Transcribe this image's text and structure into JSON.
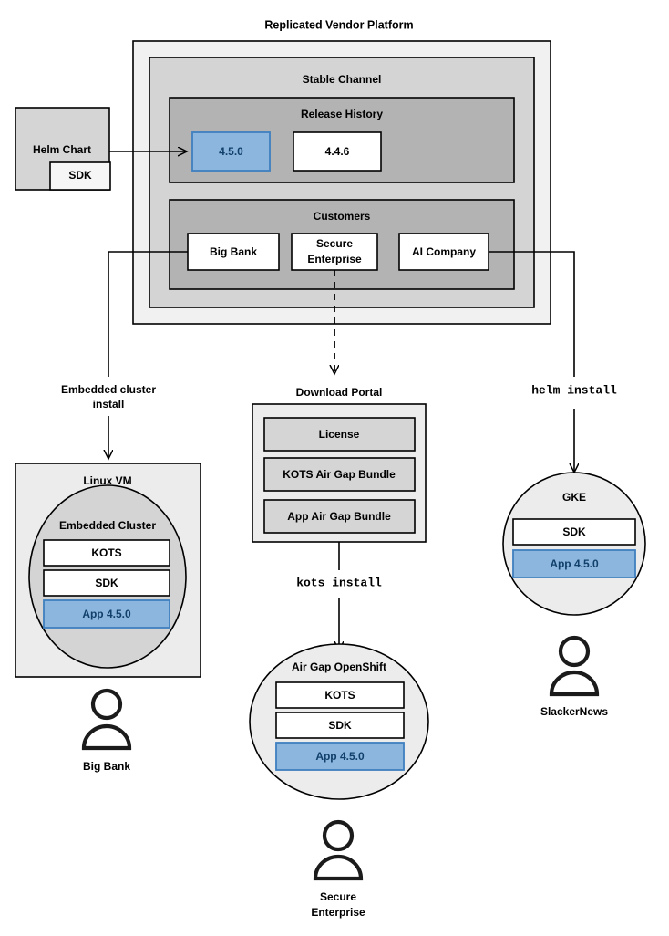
{
  "diagram": {
    "title": "Replicated Vendor Platform",
    "colors": {
      "outer_panel": "#f1f1f1",
      "channel_panel": "#d4d4d4",
      "section_panel": "#b3b3b3",
      "white_box": "#ffffff",
      "grey_box": "#d5d5d5",
      "light_node": "#ececec",
      "cluster_fill": "#d4d4d4",
      "app_highlight": "#8cb6dd",
      "app_highlight_border": "#3f7fbf",
      "app_text": "#10406b",
      "stroke": "#000000"
    }
  },
  "helm_chart": {
    "label": "Helm Chart",
    "sdk_label": "SDK"
  },
  "platform": {
    "channel_label": "Stable Channel",
    "release_history": {
      "label": "Release History",
      "releases": [
        {
          "version": "4.5.0",
          "highlighted": true
        },
        {
          "version": "4.4.6",
          "highlighted": false
        }
      ]
    },
    "customers": {
      "label": "Customers",
      "items": [
        {
          "name": "Big Bank"
        },
        {
          "name": "Secure Enterprise",
          "line1": "Secure",
          "line2": "Enterprise"
        },
        {
          "name": "AI Company"
        }
      ]
    }
  },
  "flows": {
    "embedded_cluster_install": {
      "line1": "Embedded cluster",
      "line2": "install"
    },
    "helm_install": "helm install",
    "kots_install": "kots install"
  },
  "download_portal": {
    "title": "Download Portal",
    "artifacts": [
      {
        "label": "License"
      },
      {
        "label": "KOTS Air Gap Bundle"
      },
      {
        "label": "App Air Gap Bundle"
      }
    ]
  },
  "targets": {
    "linux_vm": {
      "label": "Linux VM",
      "cluster_label": "Embedded Cluster",
      "components": [
        {
          "label": "KOTS",
          "highlighted": false
        },
        {
          "label": "SDK",
          "highlighted": false
        },
        {
          "label": "App 4.5.0",
          "highlighted": true
        }
      ],
      "actor": "Big Bank"
    },
    "air_gap_openshift": {
      "label": "Air Gap OpenShift",
      "components": [
        {
          "label": "KOTS",
          "highlighted": false
        },
        {
          "label": "SDK",
          "highlighted": false
        },
        {
          "label": "App 4.5.0",
          "highlighted": true
        }
      ],
      "actor_line1": "Secure",
      "actor_line2": "Enterprise"
    },
    "gke": {
      "label": "GKE",
      "components": [
        {
          "label": "SDK",
          "highlighted": false
        },
        {
          "label": "App 4.5.0",
          "highlighted": true
        }
      ],
      "actor": "SlackerNews"
    }
  }
}
